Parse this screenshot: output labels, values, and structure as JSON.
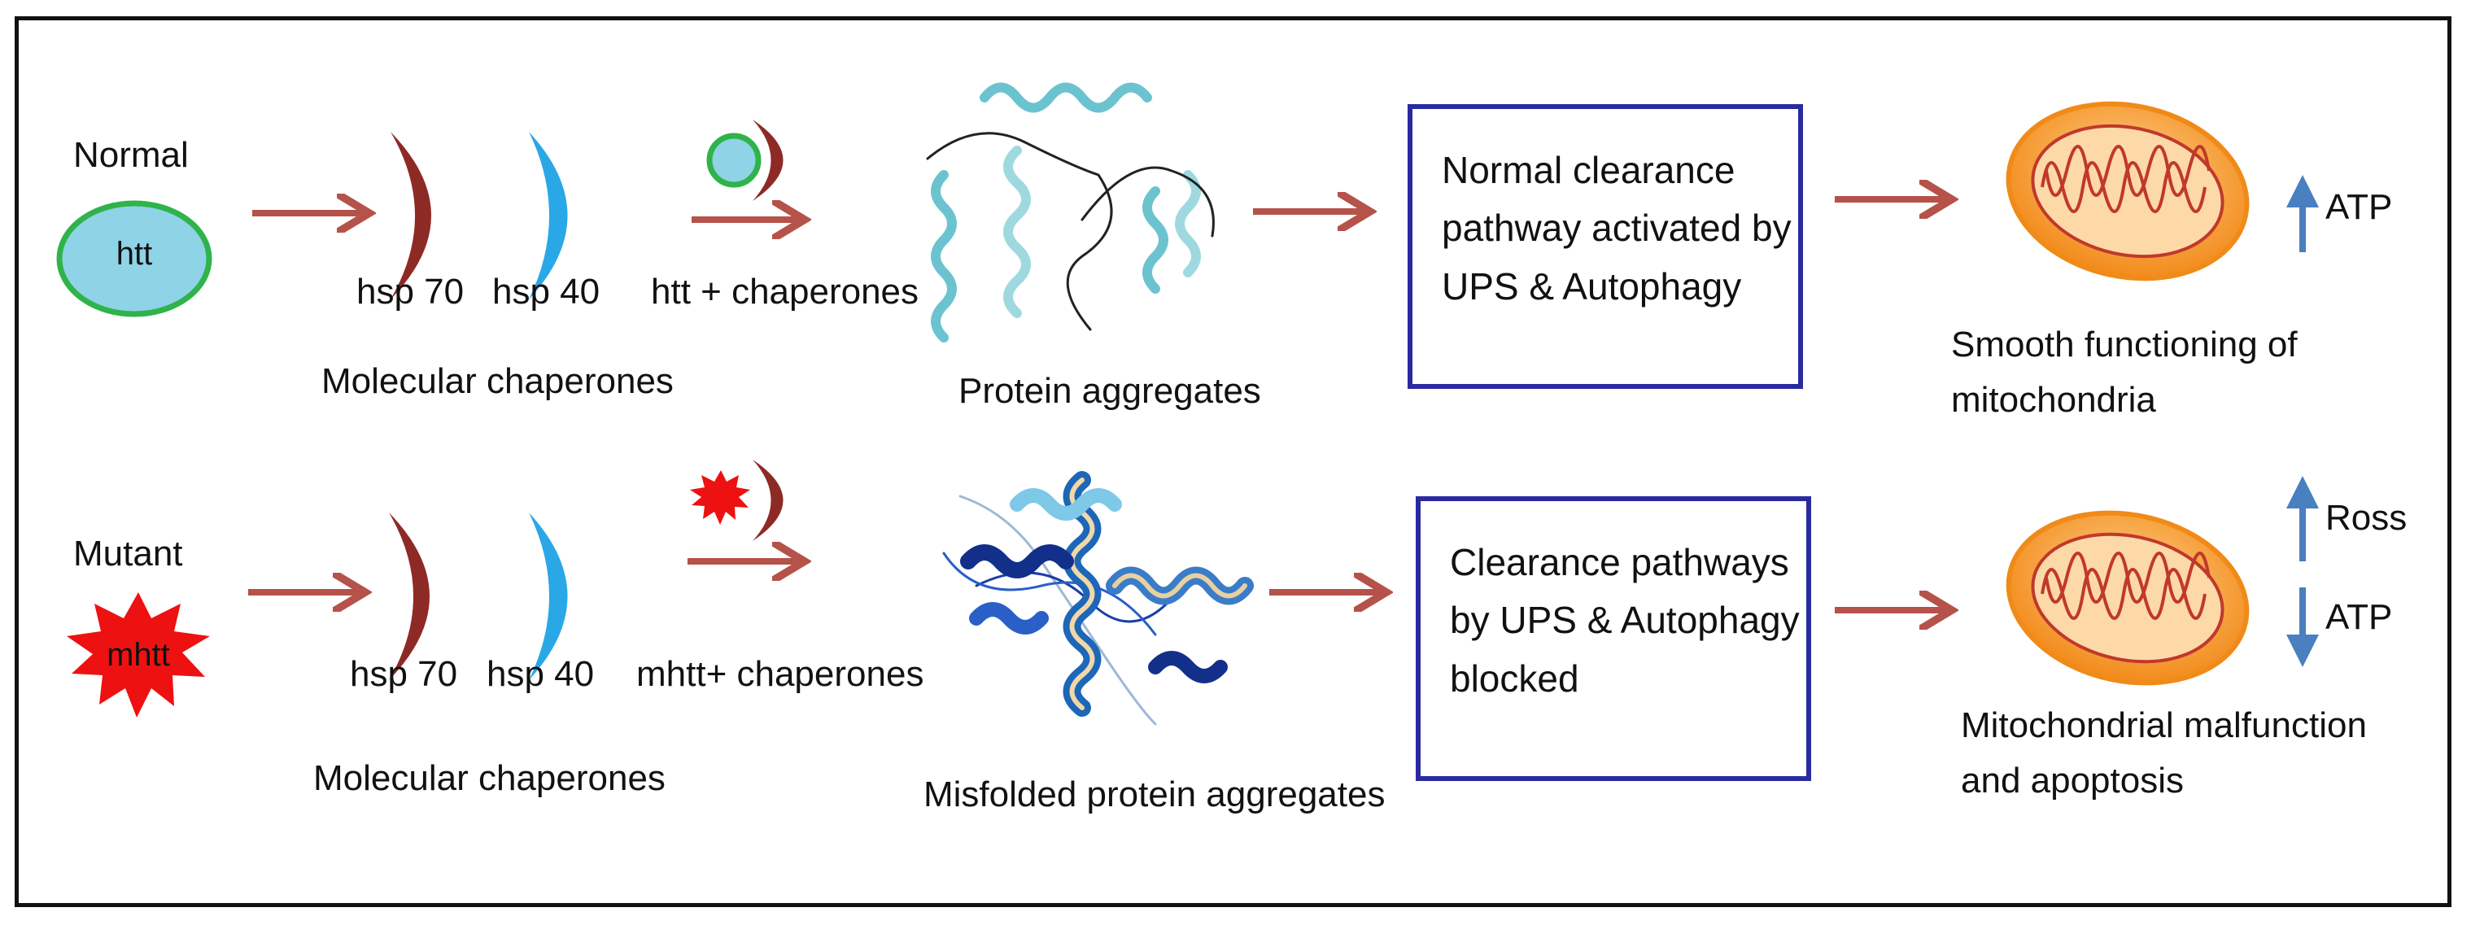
{
  "rows": [
    {
      "state_label": "Normal",
      "protein_label": "htt",
      "hsp70_label": "hsp 70",
      "hsp40_label": "hsp 40",
      "group_label": "Molecular chaperones",
      "complex_label": "htt + chaperones",
      "aggregate_label": "Protein aggregates",
      "pathway_text": "Normal clearance\npathway activated by\nUPS & Autophagy",
      "outcome_label": "Smooth functioning of\nmitochondria",
      "indicators": [
        {
          "direction": "up",
          "label": "ATP"
        }
      ]
    },
    {
      "state_label": "Mutant",
      "protein_label": "mhtt",
      "hsp70_label": "hsp 70",
      "hsp40_label": "hsp 40",
      "group_label": "Molecular chaperones",
      "complex_label": "mhtt+ chaperones",
      "aggregate_label": "Misfolded protein aggregates",
      "pathway_text": "Clearance pathways\nby UPS & Autophagy\nblocked",
      "outcome_label": "Mitochondrial malfunction\nand apoptosis",
      "indicators": [
        {
          "direction": "up",
          "label": "Ross"
        },
        {
          "direction": "down",
          "label": "ATP"
        }
      ]
    }
  ],
  "colors": {
    "arrow": "#b5524a",
    "hsp70": "#8e2a26",
    "hsp40": "#2aa7e6",
    "normal_fill": "#8fd3e6",
    "normal_stroke": "#2fb34a",
    "mutant_fill": "#ee1111",
    "box_border": "#2a2aa0",
    "mito_outer": "#f59a2a",
    "mito_inner": "#c0392b",
    "indicator_arrow": "#4a7fc0"
  }
}
